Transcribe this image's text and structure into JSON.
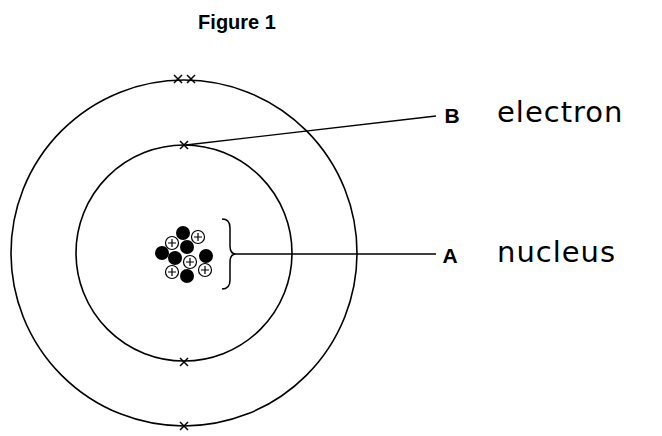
{
  "diagram": {
    "title": "Figure 1",
    "labels": [
      "B",
      "electron",
      "A",
      "nucleus"
    ]
  }
}
